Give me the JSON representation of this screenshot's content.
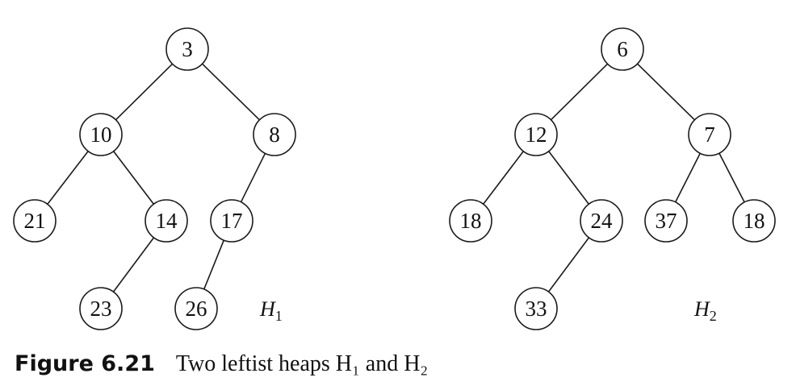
{
  "heaps": [
    {
      "id": "h1",
      "label": "H",
      "label_sub": "1",
      "nodes": [
        "3",
        "10",
        "8",
        "21",
        "14",
        "17",
        "23",
        "26"
      ],
      "edges": [
        [
          0,
          1
        ],
        [
          0,
          2
        ],
        [
          1,
          3
        ],
        [
          1,
          4
        ],
        [
          2,
          5
        ],
        [
          4,
          6
        ],
        [
          5,
          7
        ]
      ]
    },
    {
      "id": "h2",
      "label": "H",
      "label_sub": "2",
      "nodes": [
        "6",
        "12",
        "7",
        "18",
        "24",
        "37",
        "18",
        "33"
      ],
      "edges": [
        [
          0,
          1
        ],
        [
          0,
          2
        ],
        [
          1,
          3
        ],
        [
          1,
          4
        ],
        [
          2,
          5
        ],
        [
          2,
          6
        ],
        [
          4,
          7
        ]
      ]
    }
  ],
  "caption": {
    "number": "Figure 6.21",
    "text": "Two leftist heaps H₁ and H₂"
  }
}
